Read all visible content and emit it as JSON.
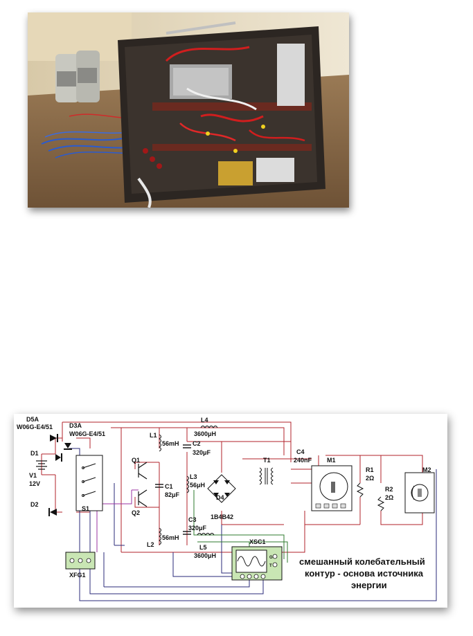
{
  "schematic": {
    "labels": {
      "d5a": "D5A",
      "d5a_part": "W06G-E4/51",
      "d3a": "D3A",
      "d3a_part": "W06G-E4/51",
      "d1": "D1",
      "d2": "D2",
      "v1": "V1",
      "v1_value": "12V",
      "s1": "S1",
      "xfg1": "XFG1",
      "q1": "Q1",
      "q2": "Q2",
      "l1": "L1",
      "l1_value": "56mH",
      "l2": "L2",
      "l2_value": "56mH",
      "l3": "L3",
      "l3_value": "56μH",
      "l4": "L4",
      "l4_value": "3600μH",
      "l5": "L5",
      "l5_value": "3600μH",
      "c1": "C1",
      "c1_value": "82μF",
      "c2": "C2",
      "c2_value": "320μF",
      "c3": "C3",
      "c3_value": "320μF",
      "c4": "C4",
      "c4_value": "240nF",
      "d4": "D4",
      "d4_part": "1B4B42",
      "t1": "T1",
      "m1": "M1",
      "m2": "M2",
      "r1": "R1",
      "r1_value": "2Ω",
      "r2": "R2",
      "r2_value": "2Ω",
      "xsc1": "XSC1",
      "xsc1_g": "G",
      "xsc1_t": "T"
    },
    "caption": {
      "line1": "смешанный колебательный",
      "line2": "контур - основа источника",
      "line3": "энергии"
    }
  },
  "colors": {
    "wire_red": "#b0202a",
    "wire_blue": "#2a2a7a",
    "wire_purple": "#9a30a0",
    "wire_green": "#2e7a2e",
    "part_green": "#c9e6b4"
  }
}
